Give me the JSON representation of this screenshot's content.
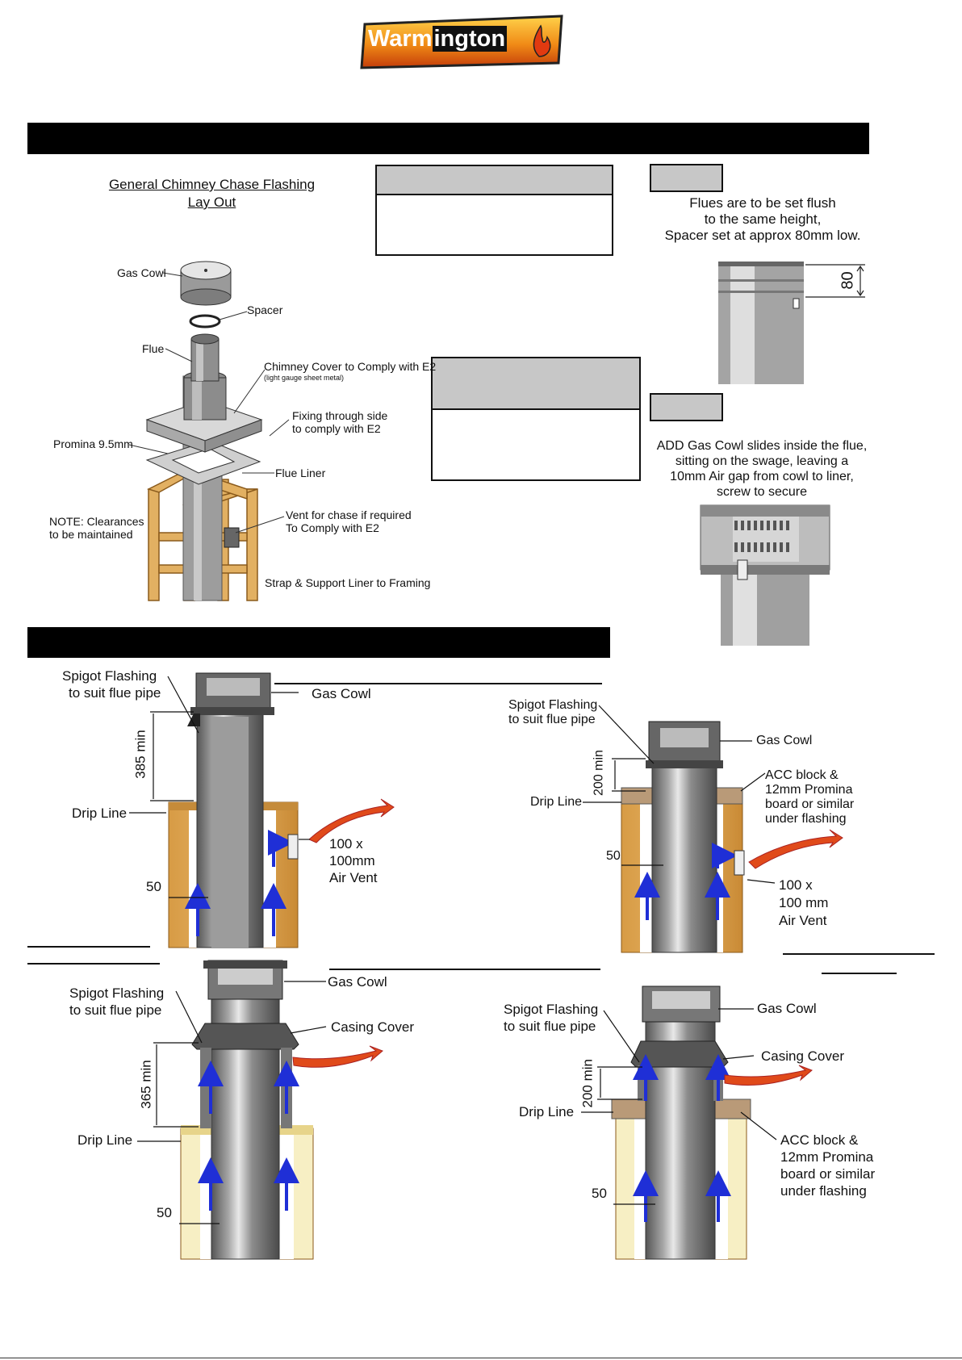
{
  "logo": {
    "text_part1": "Warm",
    "text_part2": "ington"
  },
  "layout_diagram": {
    "title_line1": "General Chimney Chase Flashing",
    "title_line2": "Lay Out",
    "labels": {
      "gas_cowl": "Gas Cowl",
      "spacer": "Spacer",
      "flue": "Flue",
      "chimney_cover": "Chimney Cover to Comply with E2",
      "chimney_cover_sub": "(light gauge sheet metal)",
      "fixing_line1": "Fixing through side",
      "fixing_line2": "to comply with E2",
      "promina": "Promina 9.5mm",
      "flue_liner": "Flue Liner",
      "note_line1": "NOTE: Clearances",
      "note_line2": "to be maintained",
      "vent_line1": "Vent for chase if required",
      "vent_line2": "To Comply with E2",
      "strap": "Strap & Support Liner to Framing"
    }
  },
  "flush_note": {
    "line1": "Flues are to be set flush",
    "line2": "to the same height,",
    "line3": "Spacer set at approx 80mm low.",
    "dimension": "80"
  },
  "cowl_note": {
    "line1": "ADD Gas Cowl slides inside the flue,",
    "line2": "sitting on the swage, leaving a",
    "line3": "10mm Air gap from cowl to liner,",
    "line4": "screw to secure"
  },
  "diagram1": {
    "spigot_line1": "Spigot Flashing",
    "spigot_line2": "to suit flue pipe",
    "gas_cowl": "Gas Cowl",
    "dim_min": "385 min",
    "drip_line": "Drip Line",
    "clearance": "50",
    "vent_line1": "100 x",
    "vent_line2": "100mm",
    "vent_line3": "Air Vent"
  },
  "diagram2": {
    "spigot_line1": "Spigot Flashing",
    "spigot_line2": "to suit flue pipe",
    "gas_cowl": "Gas Cowl",
    "dim_min": "200 min",
    "drip_line": "Drip Line",
    "acc_line1": "ACC block &",
    "acc_line2": "12mm Promina",
    "acc_line3": "board or similar",
    "acc_line4": "under flashing",
    "clearance": "50",
    "vent_line1": "100 x",
    "vent_line2": "100 mm",
    "vent_line3": "Air Vent"
  },
  "diagram3": {
    "spigot_line1": "Spigot Flashing",
    "spigot_line2": "to suit flue pipe",
    "gas_cowl": "Gas Cowl",
    "casing_cover": "Casing Cover",
    "dim_min": "365 min",
    "drip_line": "Drip Line",
    "clearance": "50"
  },
  "diagram4": {
    "spigot_line1": "Spigot Flashing",
    "spigot_line2": "to suit flue pipe",
    "gas_cowl": "Gas Cowl",
    "casing_cover": "Casing Cover",
    "dim_min": "200 min",
    "drip_line": "Drip Line",
    "acc_line1": "ACC block &",
    "acc_line2": "12mm Promina",
    "acc_line3": "board or similar",
    "acc_line4": "under flashing",
    "clearance": "50"
  },
  "colors": {
    "logo_orange": "#f39a1b",
    "timber": "#d9a553",
    "block": "#f6efc2",
    "flue_grey": "#8a8a8a",
    "airflow_arrow": "#1f2fd6",
    "hot_arrow": "#e04a1a"
  }
}
